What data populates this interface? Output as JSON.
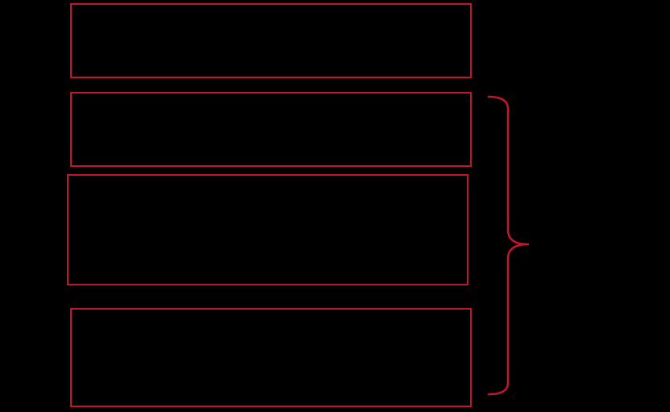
{
  "diagram": {
    "background_color": "#000000",
    "stroke_color": "#c0182a",
    "boxes": [
      {
        "id": "box-1",
        "label": ""
      },
      {
        "id": "box-2",
        "label": ""
      },
      {
        "id": "box-3",
        "label": ""
      },
      {
        "id": "box-4",
        "label": ""
      }
    ],
    "brace": {
      "groups": [
        "box-2",
        "box-3",
        "box-4"
      ],
      "label": ""
    }
  }
}
